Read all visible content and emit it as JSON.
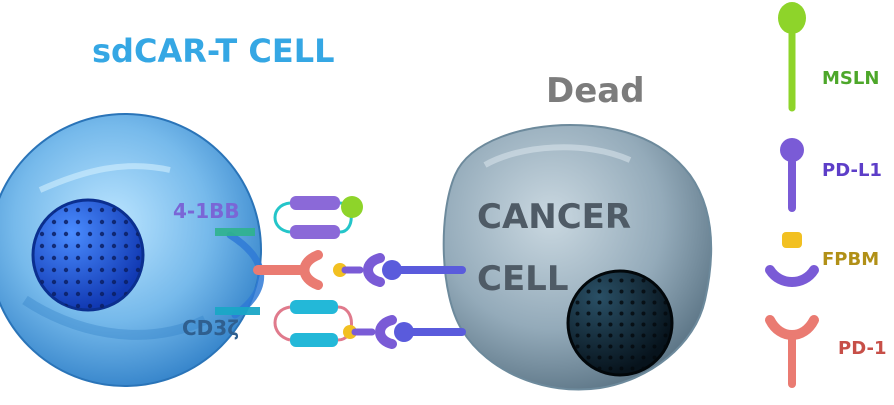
{
  "title": "sdCAR-T CELL",
  "dead_label": "Dead",
  "cancer_label_line1": "CANCER",
  "cancer_label_line2": "CELL",
  "receptor_labels": {
    "costim": "4-1BB",
    "cd3": "CD3ζ"
  },
  "legend": [
    {
      "key": "mesln",
      "label": "MSLN",
      "color": "#8ed42a"
    },
    {
      "key": "pdl1",
      "label": "PD-L1",
      "color": "#7a5bd6"
    },
    {
      "key": "fpbm",
      "label": "FPBM",
      "color": "#f2c021"
    },
    {
      "key": "pd1",
      "label": "PD-1",
      "color": "#ea7b72"
    }
  ],
  "colors": {
    "title_blue": "#35a7e4",
    "tcell_fill": "#6fb6ea",
    "tcell_nucleus": "#1f5fd6",
    "cancer_fill": "#8ea6b6",
    "cancer_nucleus": "#0f2a3a",
    "dead_text": "#7c7c7c",
    "cancer_text": "#4f5b66",
    "cd3_text": "#2f5f8f",
    "costim_text": "#7a66d6"
  }
}
